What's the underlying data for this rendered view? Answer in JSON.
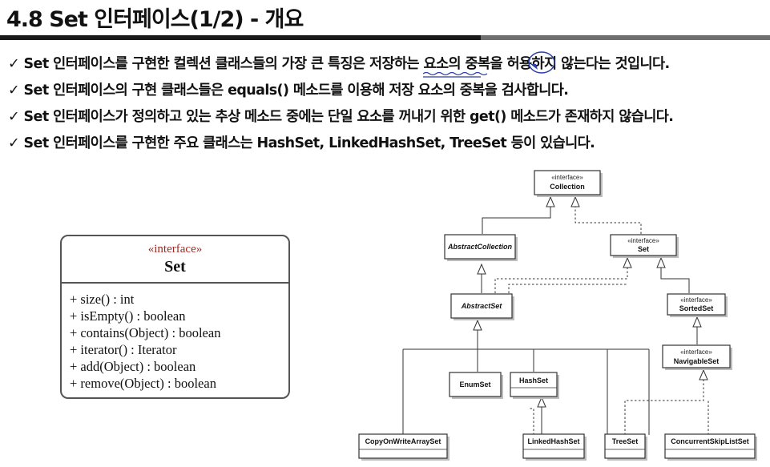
{
  "title": "4.8 Set 인터페이스(1/2) - 개요",
  "bullets": [
    "✓ Set 인터페이스를 구현한 컬렉션 클래스들의 가장 큰 특징은 저장하는 요소의 중복을 허용하지 않는다는 것입니다.",
    "✓ Set 인터페이스의 구현 클래스들은 equals() 메소드를 이용해 저장 요소의 중복을 검사합니다.",
    "✓ Set 인터페이스가 정의하고 있는 추상 메소드 중에는 단일 요소를 꺼내기 위한 get() 메소드가 존재하지 않습니다.",
    "✓ Set 인터페이스를 구현한 주요 클래스는 HashSet, LinkedHashSet, TreeSet 등이 있습니다."
  ],
  "card": {
    "stereotype": "«interface»",
    "name": "Set",
    "methods": [
      "+ size() : int",
      "+ isEmpty() : boolean",
      "+ contains(Object) : boolean",
      "+ iterator() : Iterator",
      "+ add(Object) : boolean",
      "+ remove(Object) : boolean"
    ]
  },
  "diagram": {
    "stereotype": "«interface»",
    "nodes": {
      "collection": "Collection",
      "abstract_collection": "AbstractCollection",
      "set": "Set",
      "abstract_set": "AbstractSet",
      "sorted_set": "SortedSet",
      "navigable_set": "NavigableSet",
      "enum_set": "EnumSet",
      "hash_set": "HashSet",
      "copy_on_write_array_set": "CopyOnWriteArraySet",
      "linked_hash_set": "LinkedHashSet",
      "tree_set": "TreeSet",
      "concurrent_skip_list_set": "ConcurrentSkipListSet"
    }
  }
}
